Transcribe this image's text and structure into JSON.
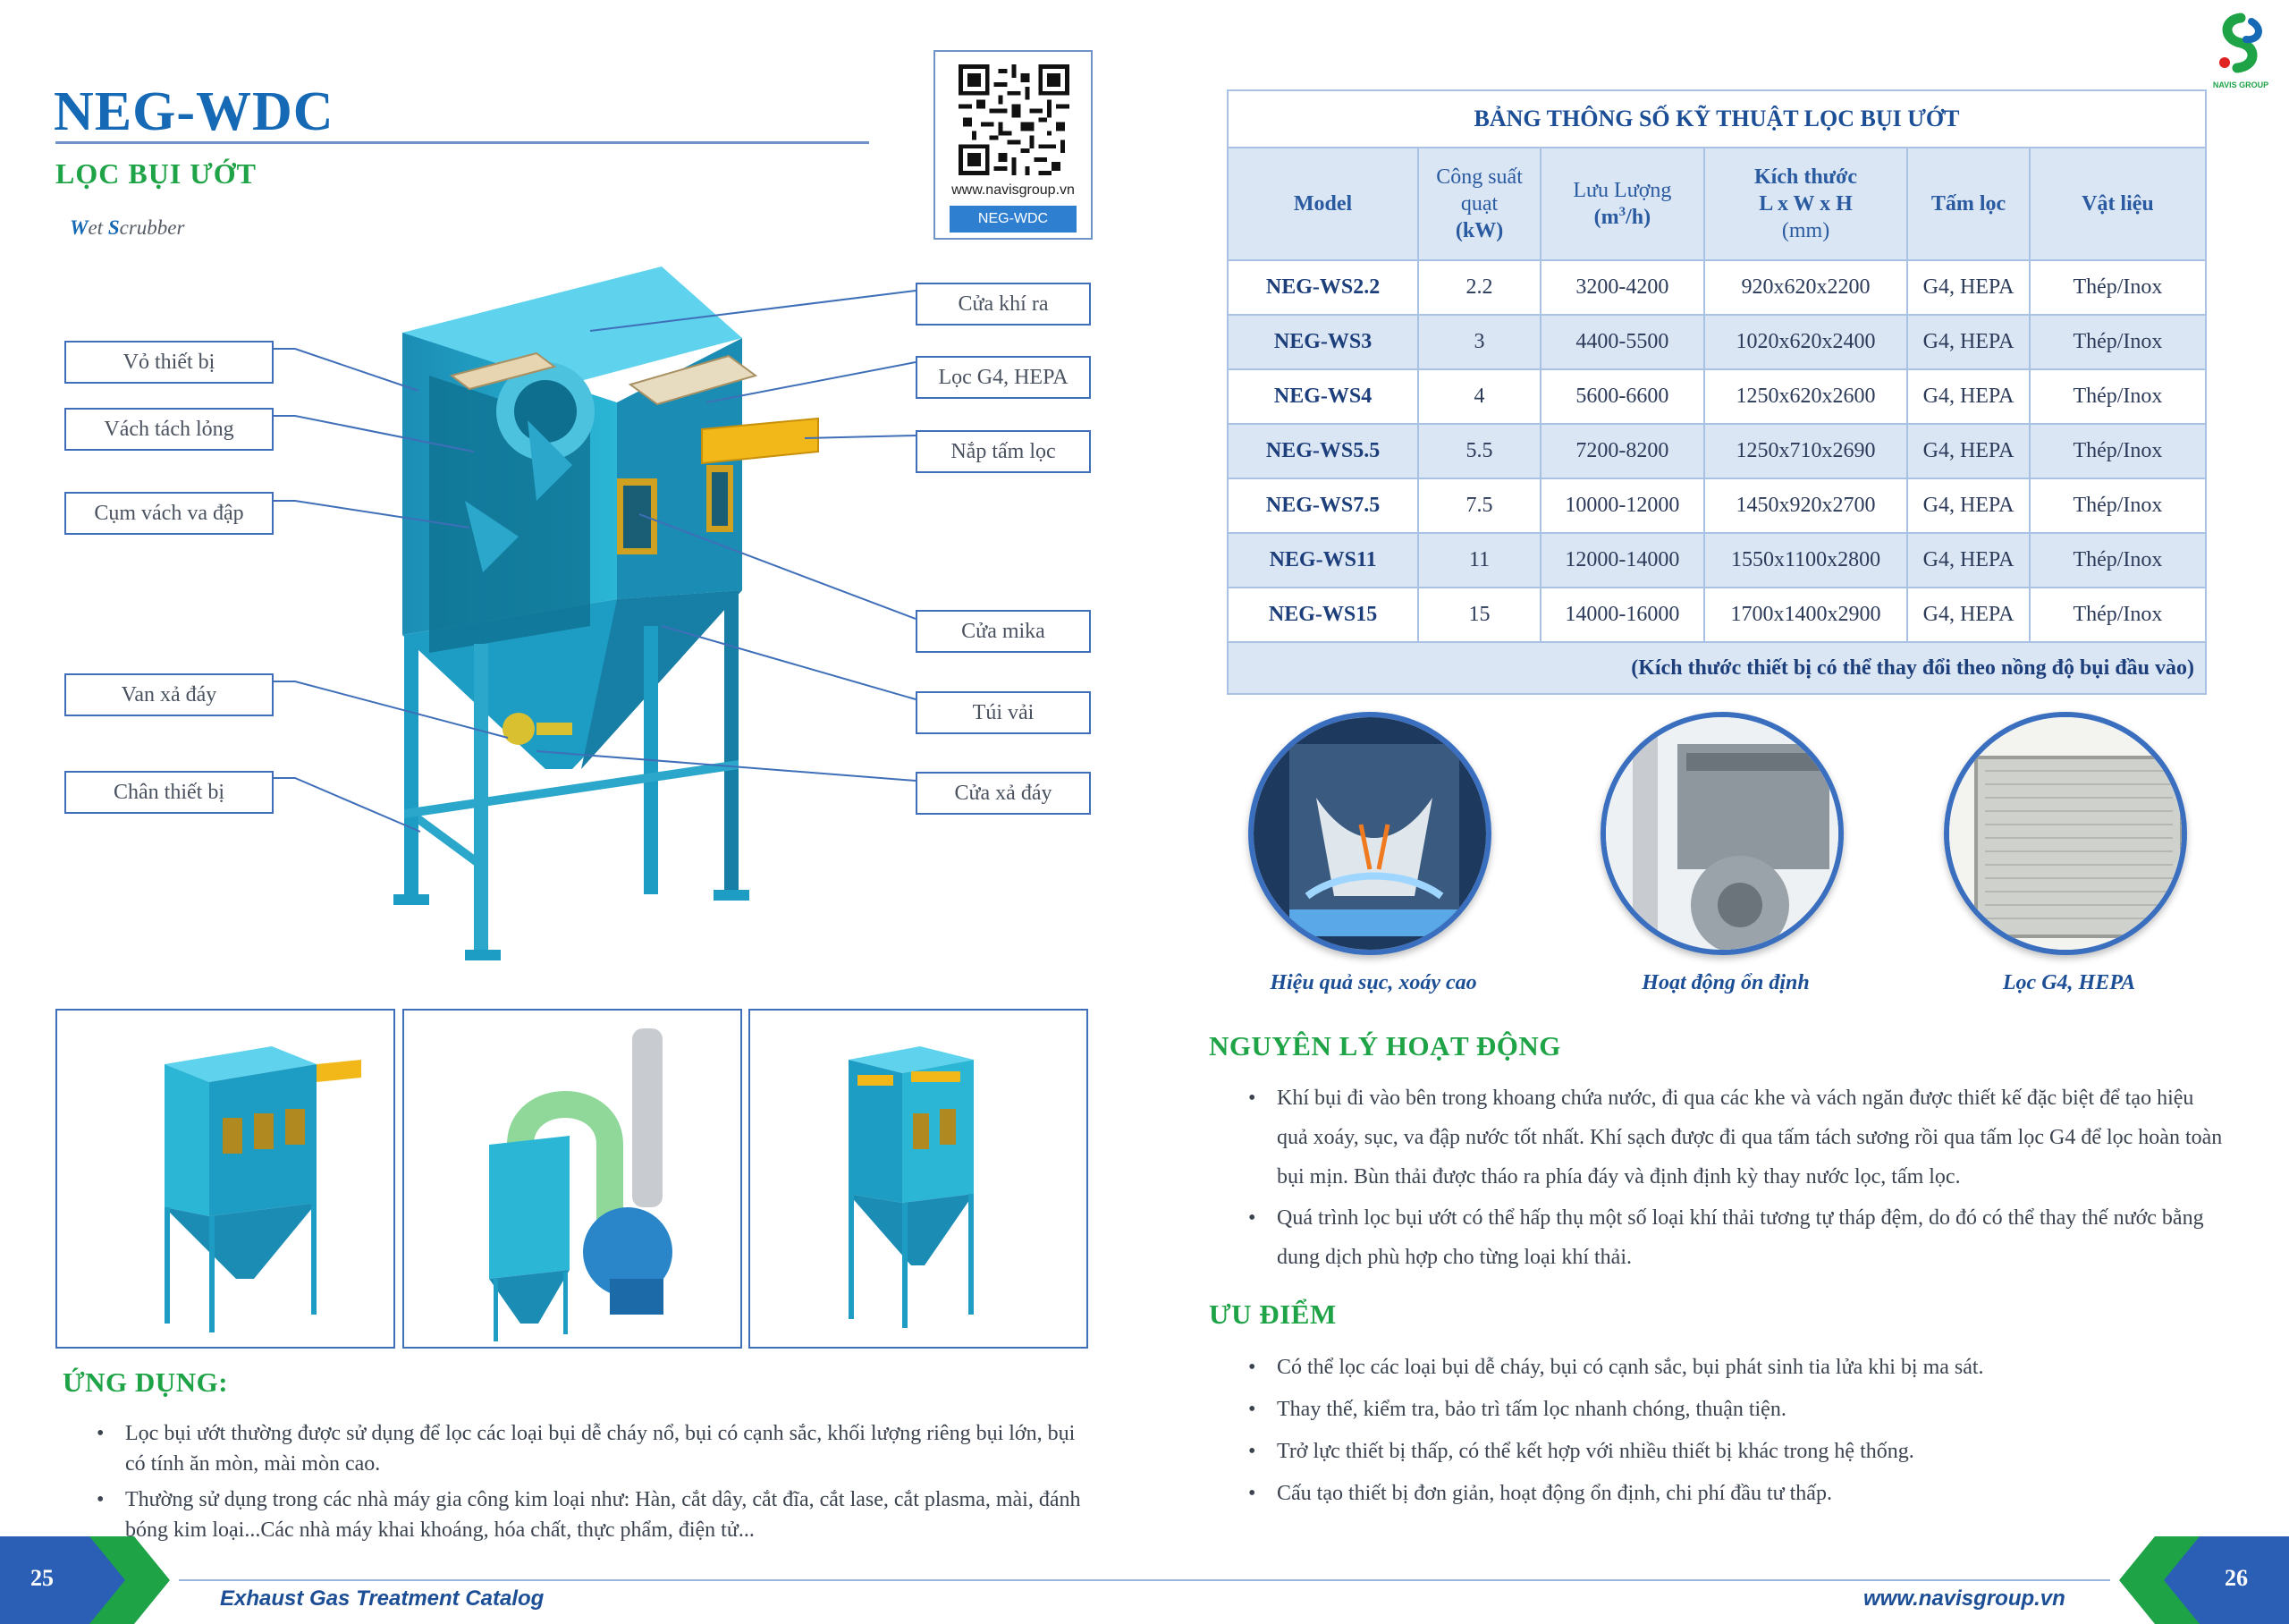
{
  "product": {
    "code": "NEG-WDC",
    "title_vn": "LỌC BỤI ƯỚT",
    "title_en_first1": "W",
    "title_en_rest1": "et ",
    "title_en_first2": "S",
    "title_en_rest2": "crubber"
  },
  "qr": {
    "url": "www.navisgroup.vn",
    "tag": "NEG-WDC"
  },
  "callouts_left": [
    "Vỏ thiết bị",
    "Vách tách lỏng",
    "Cụm vách va đập",
    "Van xả đáy",
    "Chân thiết bị"
  ],
  "callouts_right": [
    "Cửa khí ra",
    "Lọc G4, HEPA",
    "Nắp tấm lọc",
    "Cửa mika",
    "Túi vải",
    "Cửa xả đáy"
  ],
  "application": {
    "heading": "ỨNG DỤNG:",
    "items": [
      "Lọc bụi ướt thường được sử dụng để lọc các loại bụi dễ cháy nổ, bụi có cạnh sắc, khối lượng riêng bụi lớn, bụi có tính ăn mòn, mài mòn cao.",
      "Thường sử dụng trong các nhà máy gia công kim loại như: Hàn, cắt dây, cắt đĩa, cắt lase, cắt plasma, mài, đánh bóng kim loại...Các nhà máy khai khoáng, hóa chất, thực phẩm, điện tử..."
    ]
  },
  "spec_table": {
    "title": "BẢNG THÔNG SỐ KỸ THUẬT LỌC BỤI ƯỚT",
    "headers": {
      "model": "Model",
      "power_1": "Công suất",
      "power_2": "quạt",
      "power_3": "(kW)",
      "flow_1": "Lưu Lượng",
      "flow_2": "(m",
      "flow_sup": "3",
      "flow_3": "/h)",
      "size_1": "Kích thước",
      "size_2": "L x W x H",
      "size_3": "(mm)",
      "filter": "Tấm lọc",
      "material": "Vật liệu"
    },
    "rows": [
      {
        "model": "NEG-WS2.2",
        "power": "2.2",
        "flow": "3200-4200",
        "size": "920x620x2200",
        "filter": "G4, HEPA",
        "material": "Thép/Inox"
      },
      {
        "model": "NEG-WS3",
        "power": "3",
        "flow": "4400-5500",
        "size": "1020x620x2400",
        "filter": "G4, HEPA",
        "material": "Thép/Inox"
      },
      {
        "model": "NEG-WS4",
        "power": "4",
        "flow": "5600-6600",
        "size": "1250x620x2600",
        "filter": "G4, HEPA",
        "material": "Thép/Inox"
      },
      {
        "model": "NEG-WS5.5",
        "power": "5.5",
        "flow": "7200-8200",
        "size": "1250x710x2690",
        "filter": "G4, HEPA",
        "material": "Thép/Inox"
      },
      {
        "model": "NEG-WS7.5",
        "power": "7.5",
        "flow": "10000-12000",
        "size": "1450x920x2700",
        "filter": "G4, HEPA",
        "material": "Thép/Inox"
      },
      {
        "model": "NEG-WS11",
        "power": "11",
        "flow": "12000-14000",
        "size": "1550x1100x2800",
        "filter": "G4, HEPA",
        "material": "Thép/Inox"
      },
      {
        "model": "NEG-WS15",
        "power": "15",
        "flow": "14000-16000",
        "size": "1700x1400x2900",
        "filter": "G4, HEPA",
        "material": "Thép/Inox"
      }
    ],
    "note": "(Kích thước thiết bị có thể thay đổi theo nồng độ bụi đầu vào)"
  },
  "features": [
    "Hiệu quả sục, xoáy cao",
    "Hoạt động ổn định",
    "Lọc G4, HEPA"
  ],
  "principle": {
    "heading": "NGUYÊN LÝ HOẠT ĐỘNG",
    "items": [
      "Khí bụi đi vào bên trong khoang chứa nước, đi qua các khe và vách ngăn được thiết kế đặc biệt để tạo hiệu quả xoáy, sục, va đập nước tốt nhất. Khí sạch được đi qua tấm tách sương rồi qua tấm lọc G4 để lọc hoàn toàn bụi mịn. Bùn thải được tháo ra phía đáy và định định kỳ thay nước lọc, tấm lọc.",
      "Quá trình lọc bụi ướt có thể hấp thụ một số loại khí thải tương tự tháp đệm, do đó có thể thay thế nước bằng dung dịch phù hợp cho từng loại khí thải."
    ]
  },
  "advantages": {
    "heading": "ƯU ĐIỂM",
    "items": [
      "Có thể lọc các loại bụi dễ cháy, bụi có cạnh sắc, bụi phát sinh tia lửa khi bị ma sát.",
      "Thay thế, kiểm tra, bảo trì tấm lọc nhanh chóng, thuận tiện.",
      "Trở lực thiết bị thấp, có thể kết hợp với nhiều thiết bị khác trong hệ thống.",
      "Cấu tạo thiết bị đơn giản, hoạt động ổn định, chi phí đầu tư thấp."
    ]
  },
  "footer": {
    "left_page": "25",
    "right_page": "26",
    "catalog": "Exhaust Gas Treatment Catalog",
    "website": "www.navisgroup.vn",
    "logo_text": "NAVIS GROUP"
  },
  "colors": {
    "brand_blue": "#1669b5",
    "brand_green": "#1fa347",
    "machine_cyan": "#2bb6d6"
  }
}
